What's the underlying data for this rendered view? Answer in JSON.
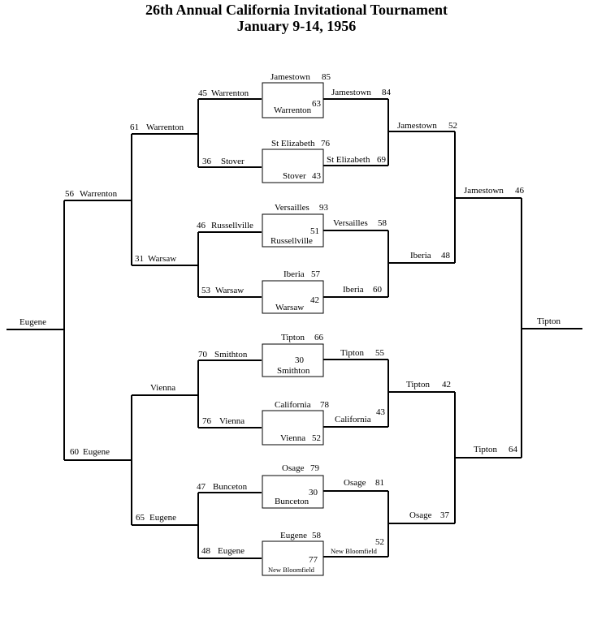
{
  "header": {
    "title": "26th Annual California Invitational Tournament",
    "dates": "January 9-14, 1956"
  },
  "bracket": {
    "left_round1": [
      {
        "team": "Warrenton",
        "score": "45"
      },
      {
        "team": "Stover",
        "score": "36"
      },
      {
        "team": "Russellville",
        "score": "46"
      },
      {
        "team": "Warsaw",
        "score": "53"
      },
      {
        "team": "Smithton",
        "score": "70"
      },
      {
        "team": "Vienna",
        "score": "76"
      },
      {
        "team": "Bunceton",
        "score": "47"
      },
      {
        "team": "Eugene",
        "score": "48"
      }
    ],
    "left_round2": [
      {
        "team": "Warrenton",
        "score": "61"
      },
      {
        "team": "Warsaw",
        "score": "31"
      },
      {
        "team": "Vienna",
        "score": ""
      },
      {
        "team": "Eugene",
        "score": "65"
      }
    ],
    "left_round3": [
      {
        "team": "Warrenton",
        "score": "56"
      },
      {
        "team": "Eugene",
        "score": "60"
      }
    ],
    "left_champion": "Eugene",
    "right_round1": [
      {
        "team": "Jamestown",
        "score": "84"
      },
      {
        "team": "St Elizabeth",
        "score": "69"
      },
      {
        "team": "Versailles",
        "score": "58"
      },
      {
        "team": "Iberia",
        "score": "60"
      },
      {
        "team": "Tipton",
        "score": "55"
      },
      {
        "team": "California",
        "score": "43"
      },
      {
        "team": "Osage",
        "score": "81"
      },
      {
        "team": "New Bloomfield",
        "score": "52"
      }
    ],
    "right_round2": [
      {
        "team": "Jamestown",
        "score": "52"
      },
      {
        "team": "Iberia",
        "score": "48"
      },
      {
        "team": "Tipton",
        "score": "42"
      },
      {
        "team": "Osage",
        "score": "37"
      }
    ],
    "right_round3": [
      {
        "team": "Jamestown",
        "score": "46"
      },
      {
        "team": "Tipton",
        "score": "64"
      }
    ],
    "right_champion": "Tipton",
    "center_games": [
      {
        "top": {
          "team": "Jamestown",
          "score": "85"
        },
        "bottom": {
          "team": "Warrenton",
          "score": "63"
        }
      },
      {
        "top": {
          "team": "St Elizabeth",
          "score": "76"
        },
        "bottom": {
          "team": "Stover",
          "score": "43"
        }
      },
      {
        "top": {
          "team": "Versailles",
          "score": "93"
        },
        "bottom": {
          "team": "Russellville",
          "score": "51"
        }
      },
      {
        "top": {
          "team": "Iberia",
          "score": "57"
        },
        "bottom": {
          "team": "Warsaw",
          "score": "42"
        }
      },
      {
        "top": {
          "team": "Tipton",
          "score": "66"
        },
        "bottom": {
          "team": "Smithton",
          "score": "30"
        }
      },
      {
        "top": {
          "team": "California",
          "score": "78"
        },
        "bottom": {
          "team": "Vienna",
          "score": "52"
        }
      },
      {
        "top": {
          "team": "Osage",
          "score": "79"
        },
        "bottom": {
          "team": "Bunceton",
          "score": "30"
        }
      },
      {
        "top": {
          "team": "Eugene",
          "score": "58"
        },
        "bottom": {
          "team": "New Bloomfield",
          "score": "77"
        }
      }
    ]
  }
}
